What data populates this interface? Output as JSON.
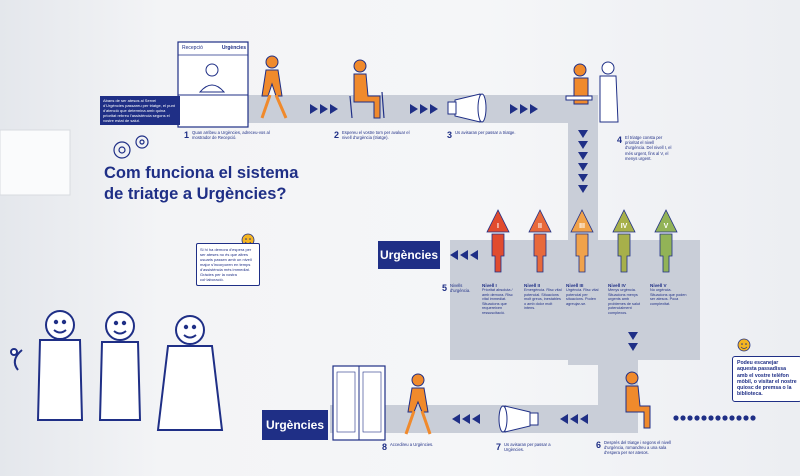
{
  "title": {
    "line1": "Com funciona el sistema",
    "line2": "de triatge a Urgències?"
  },
  "reception": {
    "sign_left": "Recepció",
    "sign_right": "Urgències"
  },
  "intro_box": "Abans de ser atesos al Servei d'Urgències passareu per triatge, el punt d'atenció que determina amb quina prioritat rebreu l'assistència segons el vostre estat de salut.",
  "steps": [
    {
      "num": "1",
      "text": "Quan arribeu a Urgències, adreceu-vos al mostrador de Recepció."
    },
    {
      "num": "2",
      "text": "Espereu el vostre torn per avaluar el nivell d'urgència (triatge)."
    },
    {
      "num": "3",
      "text": "Us avisaran per passar a triatge."
    },
    {
      "num": "4",
      "text": "El triatge consta per prioritat el nivell d'urgència. Del nivell I, el més urgent, fins al V, el menys urgent."
    },
    {
      "num": "5",
      "text": "Nivells d'urgència."
    },
    {
      "num": "6",
      "text": "Després del triatge i segons el nivell d'urgència, romandreu a una sala d'espera per ser atesos."
    },
    {
      "num": "7",
      "text": "Us avisaran per passar a Urgències."
    },
    {
      "num": "8",
      "text": "Accedireu a Urgències."
    }
  ],
  "urgencies_label_top": "Urgències",
  "urgencies_label_bottom": "Urgències",
  "levels": [
    {
      "roman": "I",
      "name": "Nivell I",
      "desc": "Prioritat absoluta / amb demora. Risc vital immediat. Situacions que requereixen ressuscitació.",
      "color": "#e14b2e"
    },
    {
      "roman": "II",
      "name": "Nivell II",
      "desc": "Emergència. Risc vital potencial. Situacions molt greus, inestables o amb dolor molt intens.",
      "color": "#e8693a"
    },
    {
      "roman": "III",
      "name": "Nivell III",
      "desc": "Urgència. Risc vital potencial per situacions. Poden agreujar-se.",
      "color": "#f0a24a"
    },
    {
      "roman": "IV",
      "name": "Nivell IV",
      "desc": "Menys urgència. Situacions menys urgents amb problemes de salut potencialment complexos.",
      "color": "#a7b04a"
    },
    {
      "roman": "V",
      "name": "Nivell V",
      "desc": "No urgència. Situacions que poden ser atesos. Poca complexitat.",
      "color": "#92b357"
    }
  ],
  "bubble_left": "Si hi ha demora d'espera per ser ateses no és que altres usuaris passen amb un nivell major s'incorporen en temps d'assistència més immediat. Gràcies per la vostra col·laboració.",
  "bubble_right": "Podeu escanejar aquesta passadissa amb el vostre telèfon mòbil, o visitar el nostre quiosc de premsa o la biblioteca.",
  "colors": {
    "navy": "#1f2f86",
    "path_grey": "#c9ced8",
    "accent_orange": "#f08a2c",
    "smiley_yellow": "#f5b521"
  }
}
